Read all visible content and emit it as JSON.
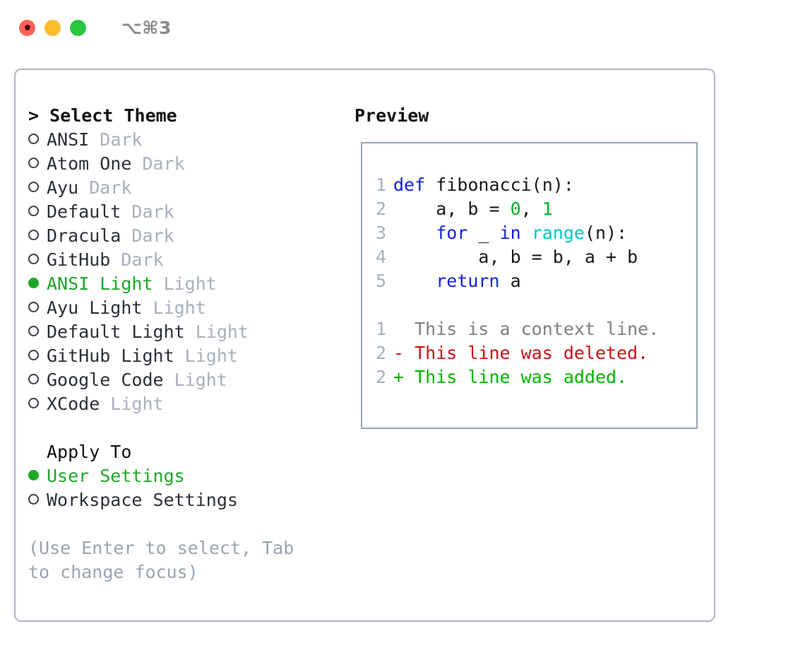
{
  "titlebar": {
    "lights": [
      {
        "name": "close-button",
        "color": "#ff6159"
      },
      {
        "name": "minimize-button",
        "color": "#ffbd2e"
      },
      {
        "name": "maximize-button",
        "color": "#28c840"
      }
    ],
    "shortcut": "⌥⌘3"
  },
  "left": {
    "heading": "> Select Theme",
    "themes": [
      {
        "name": "ANSI",
        "category": "Dark",
        "selected": false
      },
      {
        "name": "Atom One",
        "category": "Dark",
        "selected": false
      },
      {
        "name": "Ayu",
        "category": "Dark",
        "selected": false
      },
      {
        "name": "Default",
        "category": "Dark",
        "selected": false
      },
      {
        "name": "Dracula",
        "category": "Dark",
        "selected": false
      },
      {
        "name": "GitHub",
        "category": "Dark",
        "selected": false
      },
      {
        "name": "ANSI Light",
        "category": "Light",
        "selected": true
      },
      {
        "name": "Ayu Light",
        "category": "Light",
        "selected": false
      },
      {
        "name": "Default Light",
        "category": "Light",
        "selected": false
      },
      {
        "name": "GitHub Light",
        "category": "Light",
        "selected": false
      },
      {
        "name": "Google Code",
        "category": "Light",
        "selected": false
      },
      {
        "name": "XCode",
        "category": "Light",
        "selected": false
      }
    ],
    "apply_to": {
      "title": "Apply To",
      "options": [
        {
          "label": "User Settings",
          "selected": true
        },
        {
          "label": "Workspace Settings",
          "selected": false
        }
      ]
    },
    "hint": "(Use Enter to select, Tab to change focus)"
  },
  "right": {
    "heading": "Preview",
    "code": [
      {
        "lnum": "1",
        "tokens": [
          {
            "t": "def",
            "c": "kw"
          },
          {
            "t": " ",
            "c": "text"
          },
          {
            "t": "fibonacci(n):",
            "c": "text"
          }
        ]
      },
      {
        "lnum": "2",
        "tokens": [
          {
            "t": "    a, b = ",
            "c": "text"
          },
          {
            "t": "0",
            "c": "num"
          },
          {
            "t": ", ",
            "c": "text"
          },
          {
            "t": "1",
            "c": "num"
          }
        ]
      },
      {
        "lnum": "3",
        "tokens": [
          {
            "t": "    ",
            "c": "text"
          },
          {
            "t": "for",
            "c": "kw"
          },
          {
            "t": " _ ",
            "c": "text"
          },
          {
            "t": "in",
            "c": "kw"
          },
          {
            "t": " ",
            "c": "text"
          },
          {
            "t": "range",
            "c": "fn"
          },
          {
            "t": "(n):",
            "c": "text"
          }
        ]
      },
      {
        "lnum": "4",
        "tokens": [
          {
            "t": "        a, b = b, a + b",
            "c": "text"
          }
        ]
      },
      {
        "lnum": "5",
        "tokens": [
          {
            "t": "    ",
            "c": "text"
          },
          {
            "t": "return",
            "c": "kw"
          },
          {
            "t": " a",
            "c": "text"
          }
        ]
      }
    ],
    "diff": [
      {
        "lnum": "1",
        "text": "  This is a context line.",
        "kind": "ctx"
      },
      {
        "lnum": "2",
        "text": "- This line was deleted.",
        "kind": "del"
      },
      {
        "lnum": "2",
        "text": "+ This line was added.",
        "kind": "add"
      }
    ]
  },
  "colors": {
    "accent_green": "#1fa62a",
    "keyword_blue": "#1423dc",
    "number_green": "#00b421",
    "builtin_cyan": "#00c8c8",
    "muted_gray": "#a8b0bc",
    "hint_gray": "#9aa4b2",
    "diff_delete_red": "#cc1111",
    "diff_add_green": "#00b300",
    "panel_border": "#aeb6c2"
  }
}
